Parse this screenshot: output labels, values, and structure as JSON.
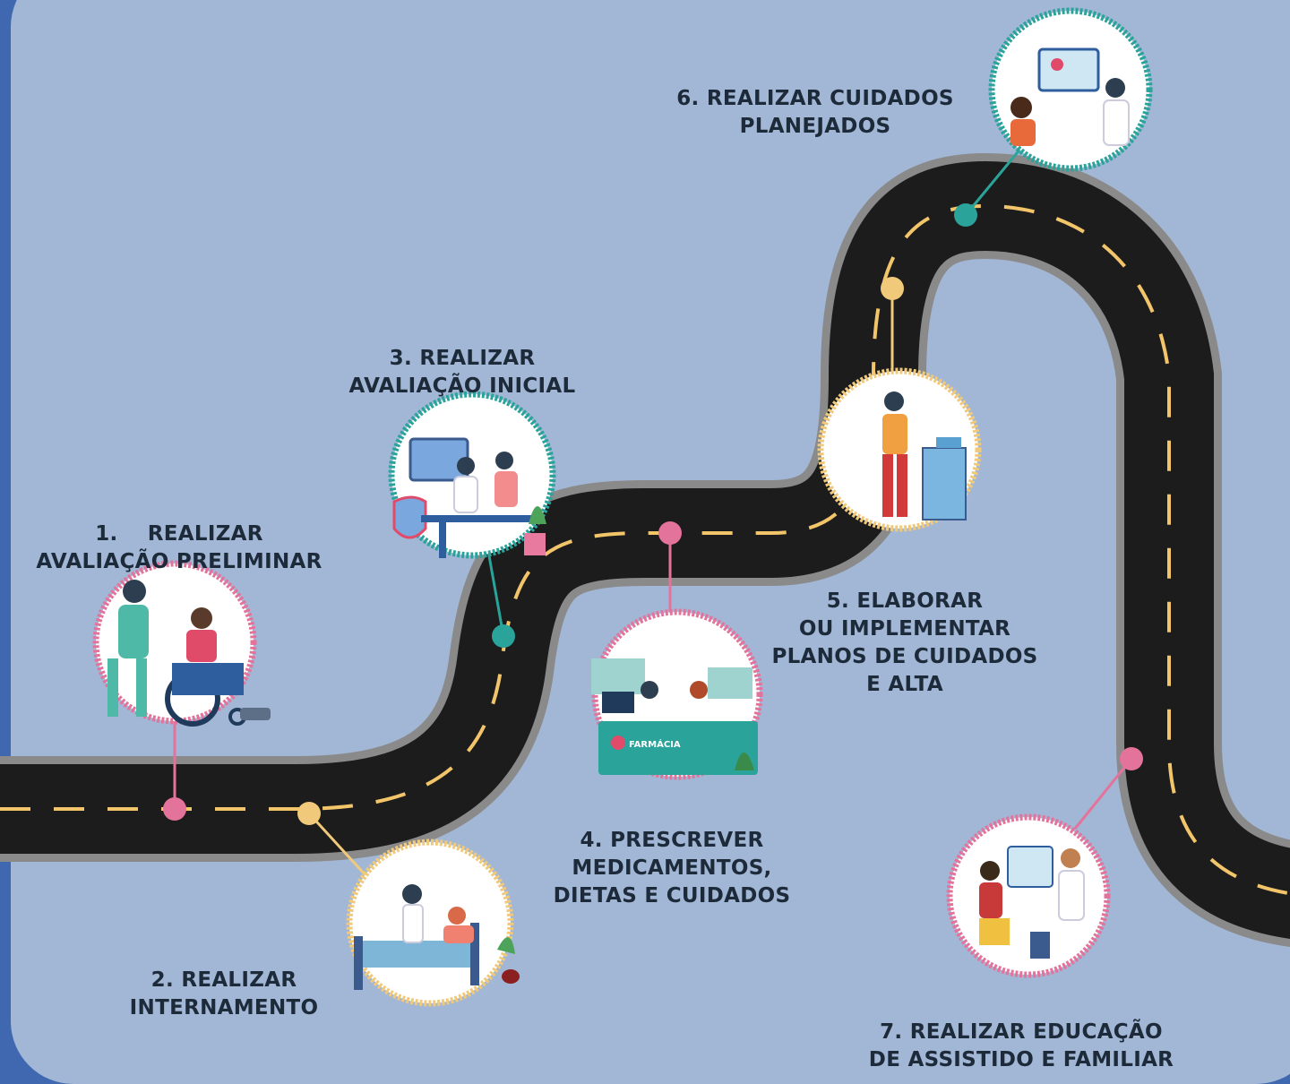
{
  "steps": [
    {
      "number": "1.",
      "title": "REALIZAR\nAVALIAÇÃO PRELIMINAR",
      "icon": "wheelchair-patient-icon",
      "ring_color": "#e4739b"
    },
    {
      "number": "2.",
      "title": "REALIZAR\nINTERNAMENTO",
      "icon": "hospital-bed-icon",
      "ring_color": "#f0c97a"
    },
    {
      "number": "3.",
      "title": "REALIZAR\nAVALIAÇÃO INICIAL",
      "icon": "doctor-consultation-icon",
      "ring_color": "#2aa39b"
    },
    {
      "number": "4.",
      "title": "PRESCREVER\nMEDICAMENTOS,\nDIETAS E CUIDADOS",
      "icon": "pharmacy-counter-icon",
      "ring_color": "#e4739b",
      "sign_text": "FARMÁCIA"
    },
    {
      "number": "5.",
      "title": "ELABORAR\nOU IMPLEMENTAR\nPLANOS DE CUIDADOS\nE ALTA",
      "icon": "nurse-records-icon",
      "ring_color": "#f0c97a"
    },
    {
      "number": "6.",
      "title": "REALIZAR CUIDADOS\nPLANEJADOS",
      "icon": "telemedicine-icon",
      "ring_color": "#2aa39b"
    },
    {
      "number": "7.",
      "title": "REALIZAR EDUCAÇÃO\nDE ASSISTIDO E FAMILIAR",
      "icon": "patient-education-icon",
      "ring_color": "#e4739b"
    }
  ],
  "colors": {
    "background": "#a2b7d5",
    "road": "#1c1c1c",
    "road_edge": "#8a8a8a",
    "lane": "#f2c56a",
    "pink": "#e4739b",
    "yellow": "#f0c97a",
    "teal": "#2aa39b"
  }
}
